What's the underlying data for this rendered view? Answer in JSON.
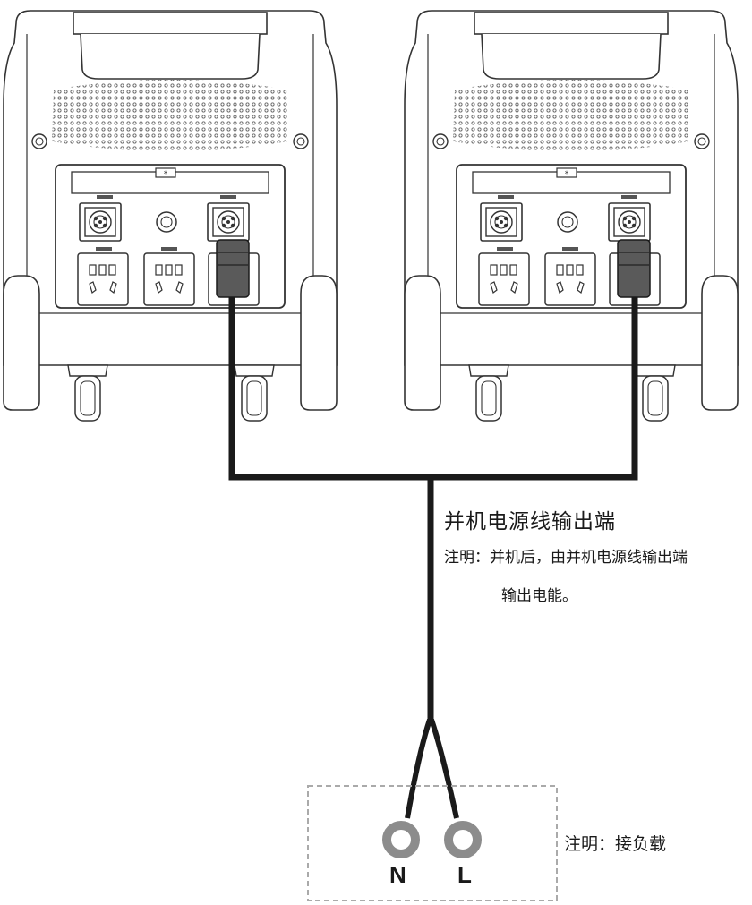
{
  "labels": {
    "output_title": "并机电源线输出端",
    "output_note_line1": "注明：并机后，由并机电源线输出端",
    "output_note_line2": "输出电能。",
    "load_note": "注明：接负载"
  },
  "terminals": {
    "n": "N",
    "l": "L"
  },
  "colors": {
    "cable": "#1a1a1a",
    "terminal_ring": "#8c8c8c",
    "load_box_border": "#aaaaaa",
    "unit_outline": "#333333"
  },
  "icons": [
    "ac-outlet-icon",
    "parallel-port-icon",
    "ring-terminal-icon"
  ]
}
